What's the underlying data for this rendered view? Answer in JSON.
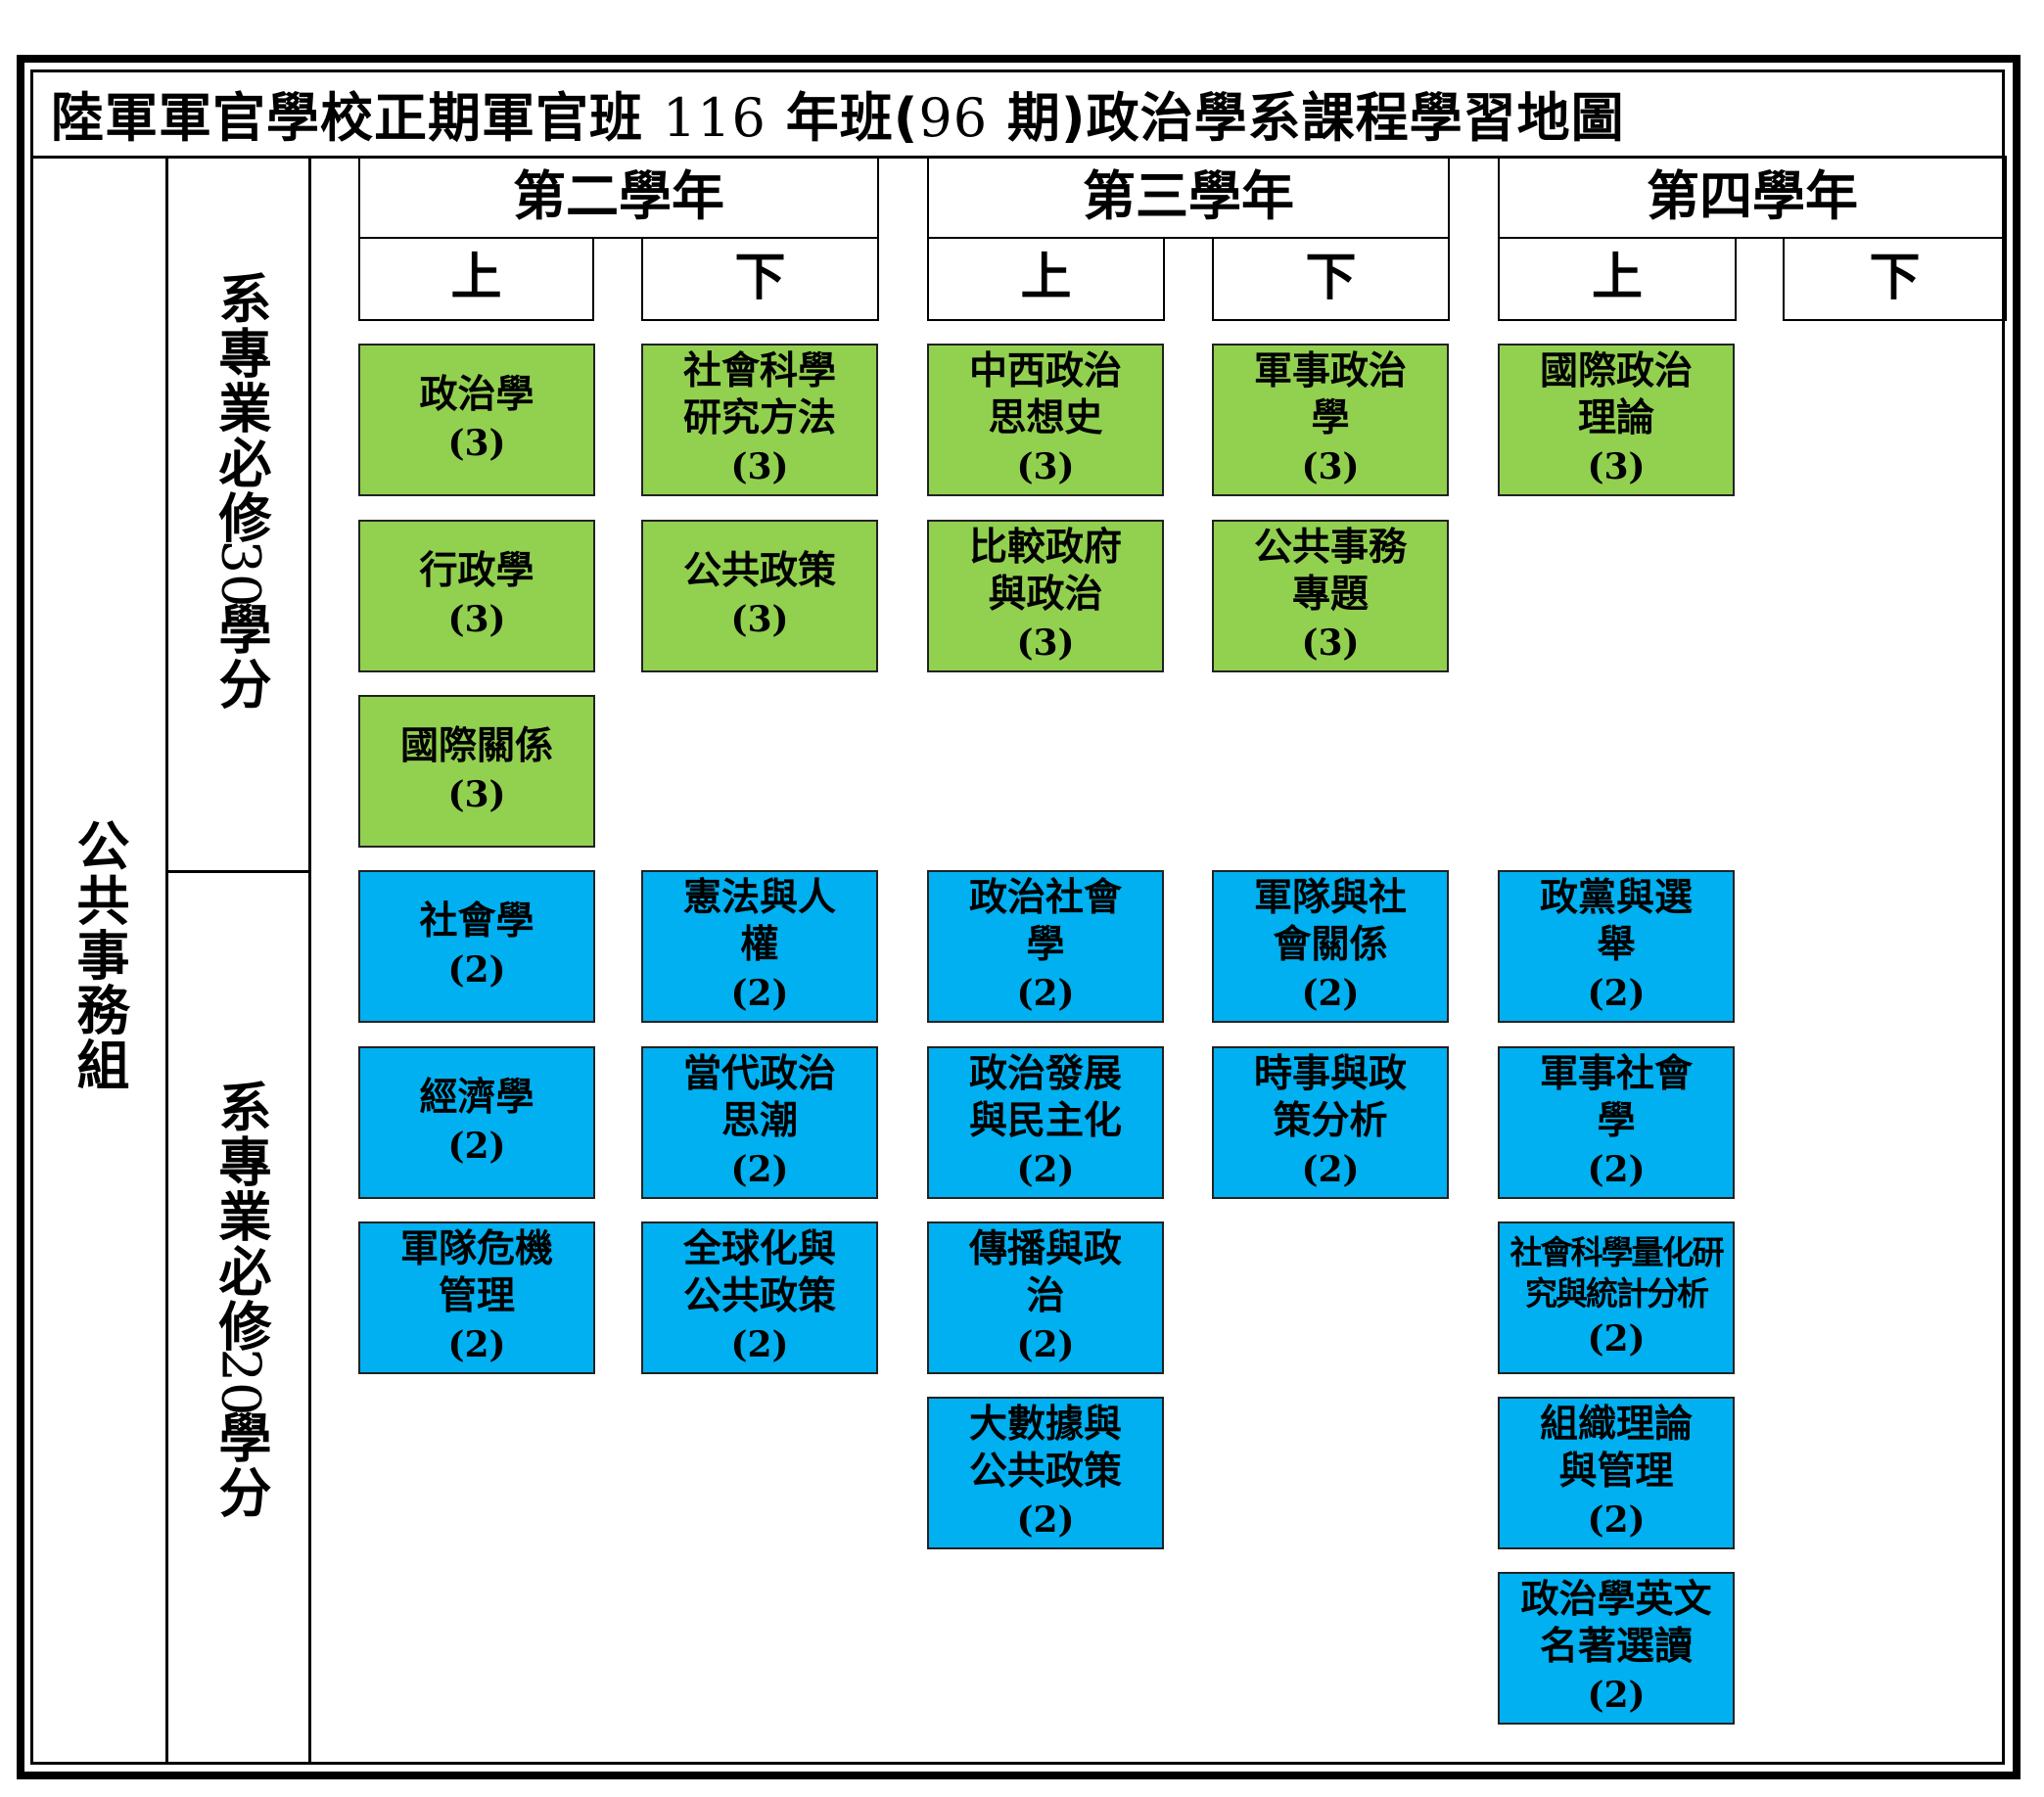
{
  "title": {
    "part1": "陸軍軍官學校正期軍官班 ",
    "num1": "116",
    "part2": " 年班(",
    "num2": "96",
    "part3": " 期)政治學系課程學習地圖"
  },
  "group_label": "公共事務組",
  "section_required": {
    "text": "系專業必修",
    "digits": "30",
    "unit": "學分"
  },
  "section_elective": {
    "text": "系專業必修",
    "digits": "20",
    "unit": "學分"
  },
  "years": [
    {
      "label": "第二學年",
      "semesters": [
        "上",
        "下"
      ]
    },
    {
      "label": "第三學年",
      "semesters": [
        "上",
        "下"
      ]
    },
    {
      "label": "第四學年",
      "semesters": [
        "上",
        "下"
      ]
    }
  ],
  "colors": {
    "required": "#92d050",
    "elective": "#00b0f0"
  },
  "courses": [
    {
      "name": "政治學",
      "credit": "(3)",
      "type": "green"
    },
    {
      "name": "社會科學\n研究方法",
      "credit": "(3)",
      "type": "green"
    },
    {
      "name": "中西政治\n思想史",
      "credit": "(3)",
      "type": "green"
    },
    {
      "name": "軍事政治\n學",
      "credit": "(3)",
      "type": "green"
    },
    {
      "name": "國際政治\n理論",
      "credit": "(3)",
      "type": "green"
    },
    {
      "name": "行政學",
      "credit": "(3)",
      "type": "green"
    },
    {
      "name": "公共政策",
      "credit": "(3)",
      "type": "green"
    },
    {
      "name": "比較政府\n與政治",
      "credit": "(3)",
      "type": "green"
    },
    {
      "name": "公共事務\n專題",
      "credit": "(3)",
      "type": "green"
    },
    {
      "name": "國際關係",
      "credit": "(3)",
      "type": "green"
    },
    {
      "name": "社會學",
      "credit": "(2)",
      "type": "blue"
    },
    {
      "name": "憲法與人\n權",
      "credit": "(2)",
      "type": "blue"
    },
    {
      "name": "政治社會\n學",
      "credit": "(2)",
      "type": "blue"
    },
    {
      "name": "軍隊與社\n會關係",
      "credit": "(2)",
      "type": "blue"
    },
    {
      "name": "政黨與選\n舉",
      "credit": "(2)",
      "type": "blue"
    },
    {
      "name": "經濟學",
      "credit": "(2)",
      "type": "blue"
    },
    {
      "name": "當代政治\n思潮",
      "credit": "(2)",
      "type": "blue"
    },
    {
      "name": "政治發展\n與民主化",
      "credit": "(2)",
      "type": "blue"
    },
    {
      "name": "時事與政\n策分析",
      "credit": "(2)",
      "type": "blue"
    },
    {
      "name": "軍事社會\n學",
      "credit": "(2)",
      "type": "blue"
    },
    {
      "name": "軍隊危機\n管理",
      "credit": "(2)",
      "type": "blue"
    },
    {
      "name": "全球化與\n公共政策",
      "credit": "(2)",
      "type": "blue"
    },
    {
      "name": "傳播與政\n治",
      "credit": "(2)",
      "type": "blue"
    },
    {
      "name": "社會科學量化研\n究與統計分析",
      "credit": "(2)",
      "type": "blue"
    },
    {
      "name": "大數據與\n公共政策",
      "credit": "(2)",
      "type": "blue"
    },
    {
      "name": "組織理論\n與管理",
      "credit": "(2)",
      "type": "blue"
    },
    {
      "name": "政治學英文\n名著選讀",
      "credit": "(2)",
      "type": "blue"
    }
  ]
}
